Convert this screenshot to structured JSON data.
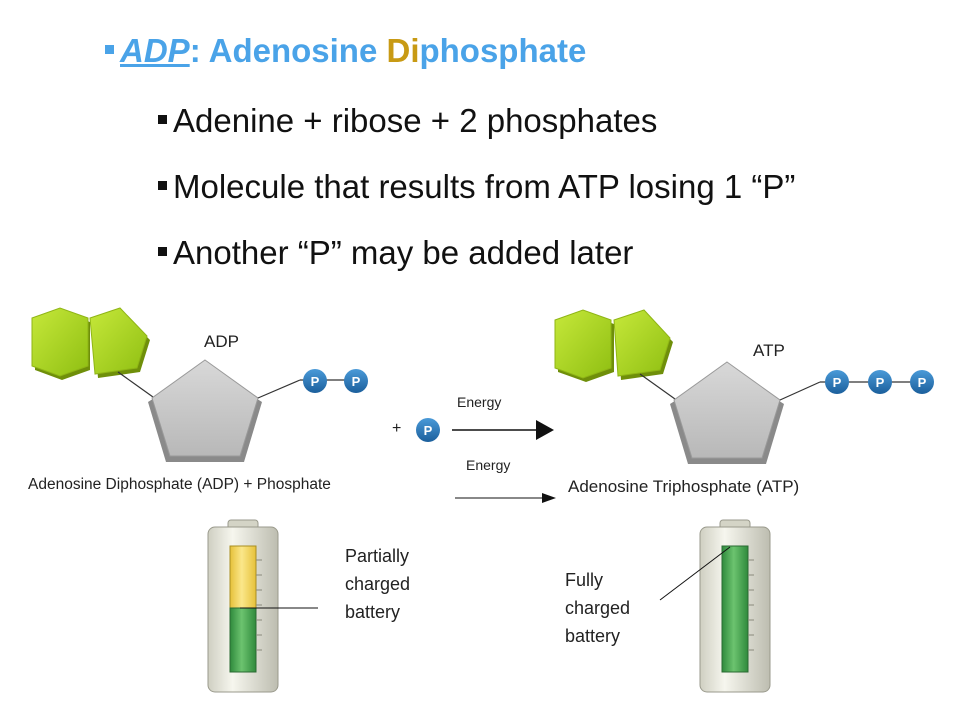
{
  "title_bullet": {
    "abbr": "ADP",
    "colon": ": ",
    "pre": "Adenosine ",
    "highlight": "Di",
    "post": "phosphate"
  },
  "sub_bullets": [
    "Adenine + ribose + 2 phosphates",
    "Molecule that results from ATP losing 1 “P”",
    "Another “P” may be added later"
  ],
  "diagram": {
    "adp_label": "ADP",
    "atp_label": "ATP",
    "phosphate_symbol": "P",
    "plus_sign": "+",
    "energy_top": "Energy",
    "energy_bottom": "Energy",
    "adp_caption": "Adenosine Diphosphate (ADP) + Phosphate",
    "atp_caption": "Adenosine Triphosphate (ATP)",
    "partial_battery": [
      "Partially",
      "charged",
      "battery"
    ],
    "full_battery": [
      "Fully",
      "charged",
      "battery"
    ]
  },
  "colors": {
    "title_blue": "#4aa3e8",
    "highlight_gold": "#c89a14",
    "adenine_green": "#a6d21b",
    "ribose_gray": "#c8c8c8",
    "phosphate_blue": "#2a7bbd",
    "charge_green": "#3aa04a",
    "charge_yellow": "#f2d04e"
  }
}
